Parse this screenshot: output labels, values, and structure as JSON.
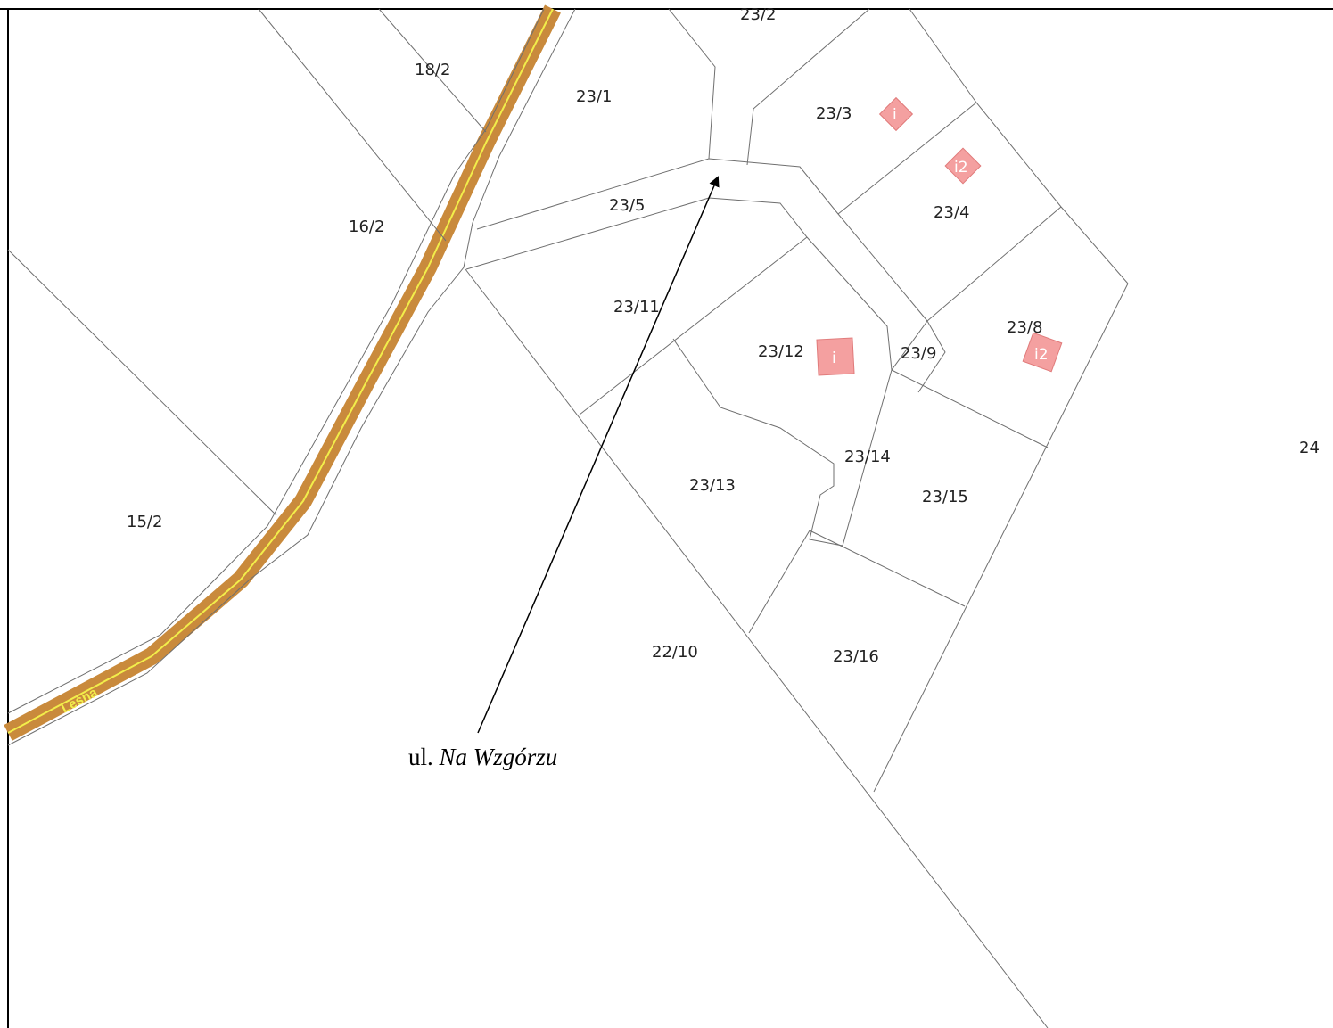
{
  "map": {
    "colors": {
      "road_casing": "#c98a3c",
      "road_centerline": "#f2ee4a",
      "parcel_line": "#6f6f6f",
      "building_fill": "#f4a0a0",
      "building_stroke": "#e07a7a",
      "frame": "#000000"
    },
    "street_name": "Leśna",
    "parcels": {
      "p23_2": "23/2",
      "p18_2": "18/2",
      "p23_1": "23/1",
      "p23_3": "23/3",
      "p16_2": "16/2",
      "p23_5": "23/5",
      "p23_4": "23/4",
      "p23_11": "23/11",
      "p23_8": "23/8",
      "p23_12": "23/12",
      "p23_9": "23/9",
      "p24": "24",
      "p23_14": "23/14",
      "p23_13": "23/13",
      "p23_15": "23/15",
      "p15_2": "15/2",
      "p22_10": "22/10",
      "p23_16": "23/16"
    },
    "buildings": {
      "b1": "i",
      "b2": "i2",
      "b3": "i2",
      "b4": "i"
    },
    "annotation": {
      "prefix": "ul. ",
      "name": "Na Wzgórzu"
    }
  }
}
